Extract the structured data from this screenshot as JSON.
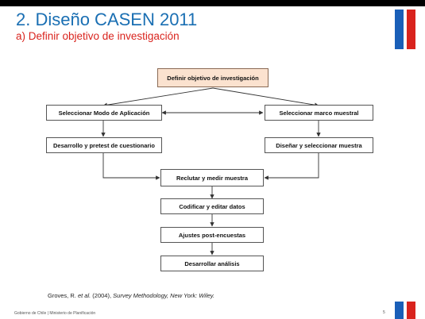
{
  "slide": {
    "title": "2. Diseño CASEN 2011",
    "subtitle": "a) Definir objetivo de investigación"
  },
  "nodes": {
    "root": "Definir objetivo de investigación",
    "modo": "Seleccionar Modo de Aplicación",
    "marco": "Seleccionar marco muestral",
    "desarrollo": "Desarrollo y pretest de cuestionario",
    "disenar": "Diseñar y seleccionar muestra",
    "reclutar": "Reclutar y medir muestra",
    "codificar": "Codificar y editar datos",
    "ajustes": "Ajustes post-encuestas",
    "desarrollar": "Desarrollar análisis"
  },
  "citation": {
    "authors": "Groves, R.",
    "etal": "et al.",
    "year": "(2004),",
    "book": "Survey Methodology, New York: Wiley."
  },
  "footer": {
    "text": "Gobierno de Chile | Ministerio de Planificación",
    "page": "5"
  },
  "colors": {
    "title": "#1a6fb3",
    "subtitle": "#d9231d",
    "root_fill": "#fbe2cf",
    "flag_blue": "#1a5fb8",
    "flag_red": "#d9231d"
  }
}
